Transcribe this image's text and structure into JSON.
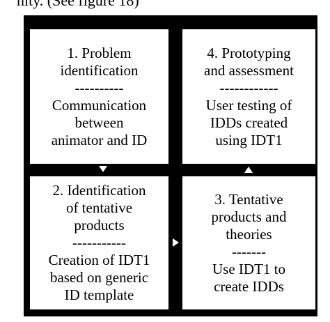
{
  "caption": "nity. (See figure 18)",
  "boxes": {
    "box1": {
      "title_line1": "1. Problem",
      "title_line2": "identification",
      "divider": "----------",
      "body_line1": "Communication",
      "body_line2": "between",
      "body_line3": "animator and ID"
    },
    "box4": {
      "title_line1": "4. Prototyping",
      "title_line2": "and assessment",
      "divider": "------------",
      "body_line1": "User testing of",
      "body_line2": "IDDs created",
      "body_line3": "using IDT1"
    },
    "box2": {
      "title_line1": "2. Identification",
      "title_line2": "of tentative",
      "title_line3": "products",
      "divider": "-----------",
      "body_line1": "Creation of IDT1",
      "body_line2": "based on generic",
      "body_line3": "ID template"
    },
    "box3": {
      "title_line1": "3. Tentative",
      "title_line2": "products and",
      "title_line3": "theories",
      "divider": "-------",
      "body_line1": "Use IDT1 to",
      "body_line2": "create IDDs"
    }
  },
  "colors": {
    "frame": "#000000",
    "box_fill": "#ffffff",
    "arrow": "#ffffff"
  }
}
